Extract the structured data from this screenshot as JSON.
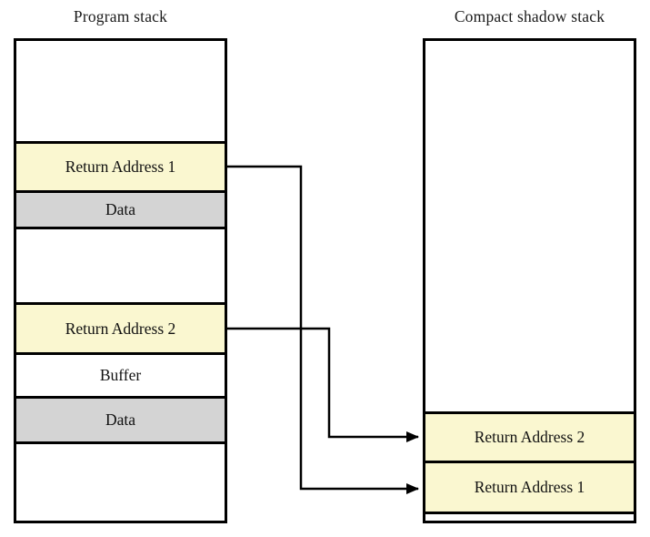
{
  "titles": {
    "program_stack": "Program stack",
    "shadow_stack": "Compact shadow stack"
  },
  "program_stack": {
    "segments": [
      {
        "label": "",
        "type": "empty"
      },
      {
        "label": "Return Address 1",
        "type": "highlight"
      },
      {
        "label": "Data",
        "type": "gray"
      },
      {
        "label": "",
        "type": "empty"
      },
      {
        "label": "Return Address 2",
        "type": "highlight"
      },
      {
        "label": "Buffer",
        "type": "plain"
      },
      {
        "label": "Data",
        "type": "gray"
      },
      {
        "label": "",
        "type": "empty"
      }
    ]
  },
  "shadow_stack": {
    "segments": [
      {
        "label": "",
        "type": "empty"
      },
      {
        "label": "Return Address 2",
        "type": "highlight"
      },
      {
        "label": "Return Address 1",
        "type": "highlight"
      },
      {
        "label": "",
        "type": "empty"
      }
    ]
  },
  "arrows": [
    {
      "from": "program_stack.Return Address 1",
      "to": "shadow_stack.Return Address 1"
    },
    {
      "from": "program_stack.Return Address 2",
      "to": "shadow_stack.Return Address 2"
    }
  ],
  "colors": {
    "highlight": "#faf7d0",
    "gray": "#d4d4d4",
    "stroke": "#000000",
    "background": "#ffffff"
  }
}
